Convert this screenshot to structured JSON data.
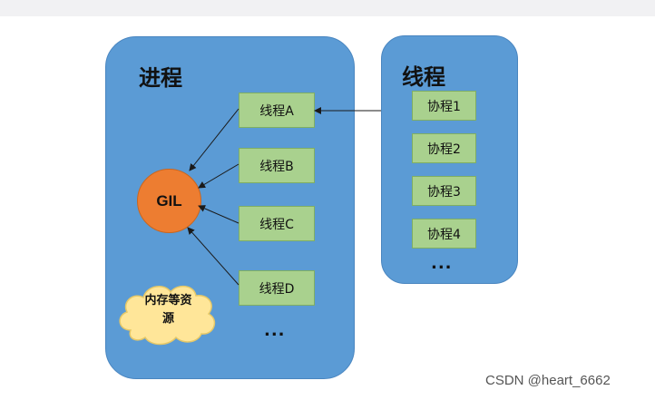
{
  "process": {
    "title": "进程",
    "threads": [
      {
        "label": "线程A"
      },
      {
        "label": "线程B"
      },
      {
        "label": "线程C"
      },
      {
        "label": "线程D"
      }
    ],
    "ellipsis": "...",
    "gil_label": "GIL",
    "memory_label": "内存等资源"
  },
  "thread": {
    "title": "线程",
    "coroutines": [
      {
        "label": "协程1"
      },
      {
        "label": "协程2"
      },
      {
        "label": "协程3"
      },
      {
        "label": "协程4"
      }
    ],
    "ellipsis": "..."
  },
  "watermark": "CSDN @heart_6662",
  "colors": {
    "panel": "#5b9bd5",
    "box": "#a9d18e",
    "gil": "#ed7d31",
    "cloud": "#ffe699"
  }
}
